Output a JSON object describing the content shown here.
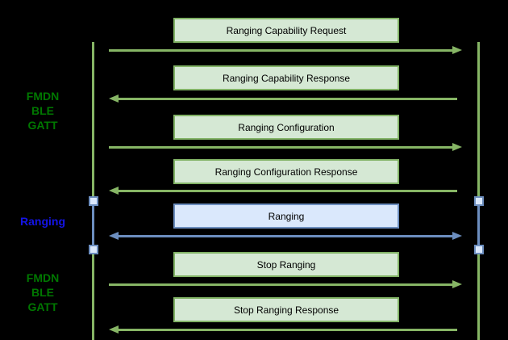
{
  "diagram_type": "sequence-diagram",
  "colors": {
    "background": "#000000",
    "green_border": "#82b366",
    "green_fill": "#d5e8d4",
    "green_line": "#86b565",
    "blue_border": "#6c8ebf",
    "blue_fill": "#dae8fc",
    "label_green": "#007700",
    "label_blue": "#1414e6",
    "box_text": "#000000"
  },
  "section_labels": [
    {
      "id": "gatt-top",
      "lines": [
        "FMDN",
        "BLE",
        "GATT"
      ],
      "style": "green"
    },
    {
      "id": "ranging",
      "lines": [
        "Ranging"
      ],
      "style": "blue"
    },
    {
      "id": "gatt-bottom",
      "lines": [
        "FMDN",
        "BLE",
        "GATT"
      ],
      "style": "green"
    }
  ],
  "messages": [
    {
      "label": "Ranging Capability Request",
      "direction": "right",
      "style": "green"
    },
    {
      "label": "Ranging Capability Response",
      "direction": "left",
      "style": "green"
    },
    {
      "label": "Ranging Configuration",
      "direction": "right",
      "style": "green"
    },
    {
      "label": "Ranging Configuration Response",
      "direction": "left",
      "style": "green"
    },
    {
      "label": "Ranging",
      "direction": "both",
      "style": "blue"
    },
    {
      "label": "Stop Ranging",
      "direction": "right",
      "style": "green"
    },
    {
      "label": "Stop Ranging Response",
      "direction": "left",
      "style": "green"
    }
  ]
}
